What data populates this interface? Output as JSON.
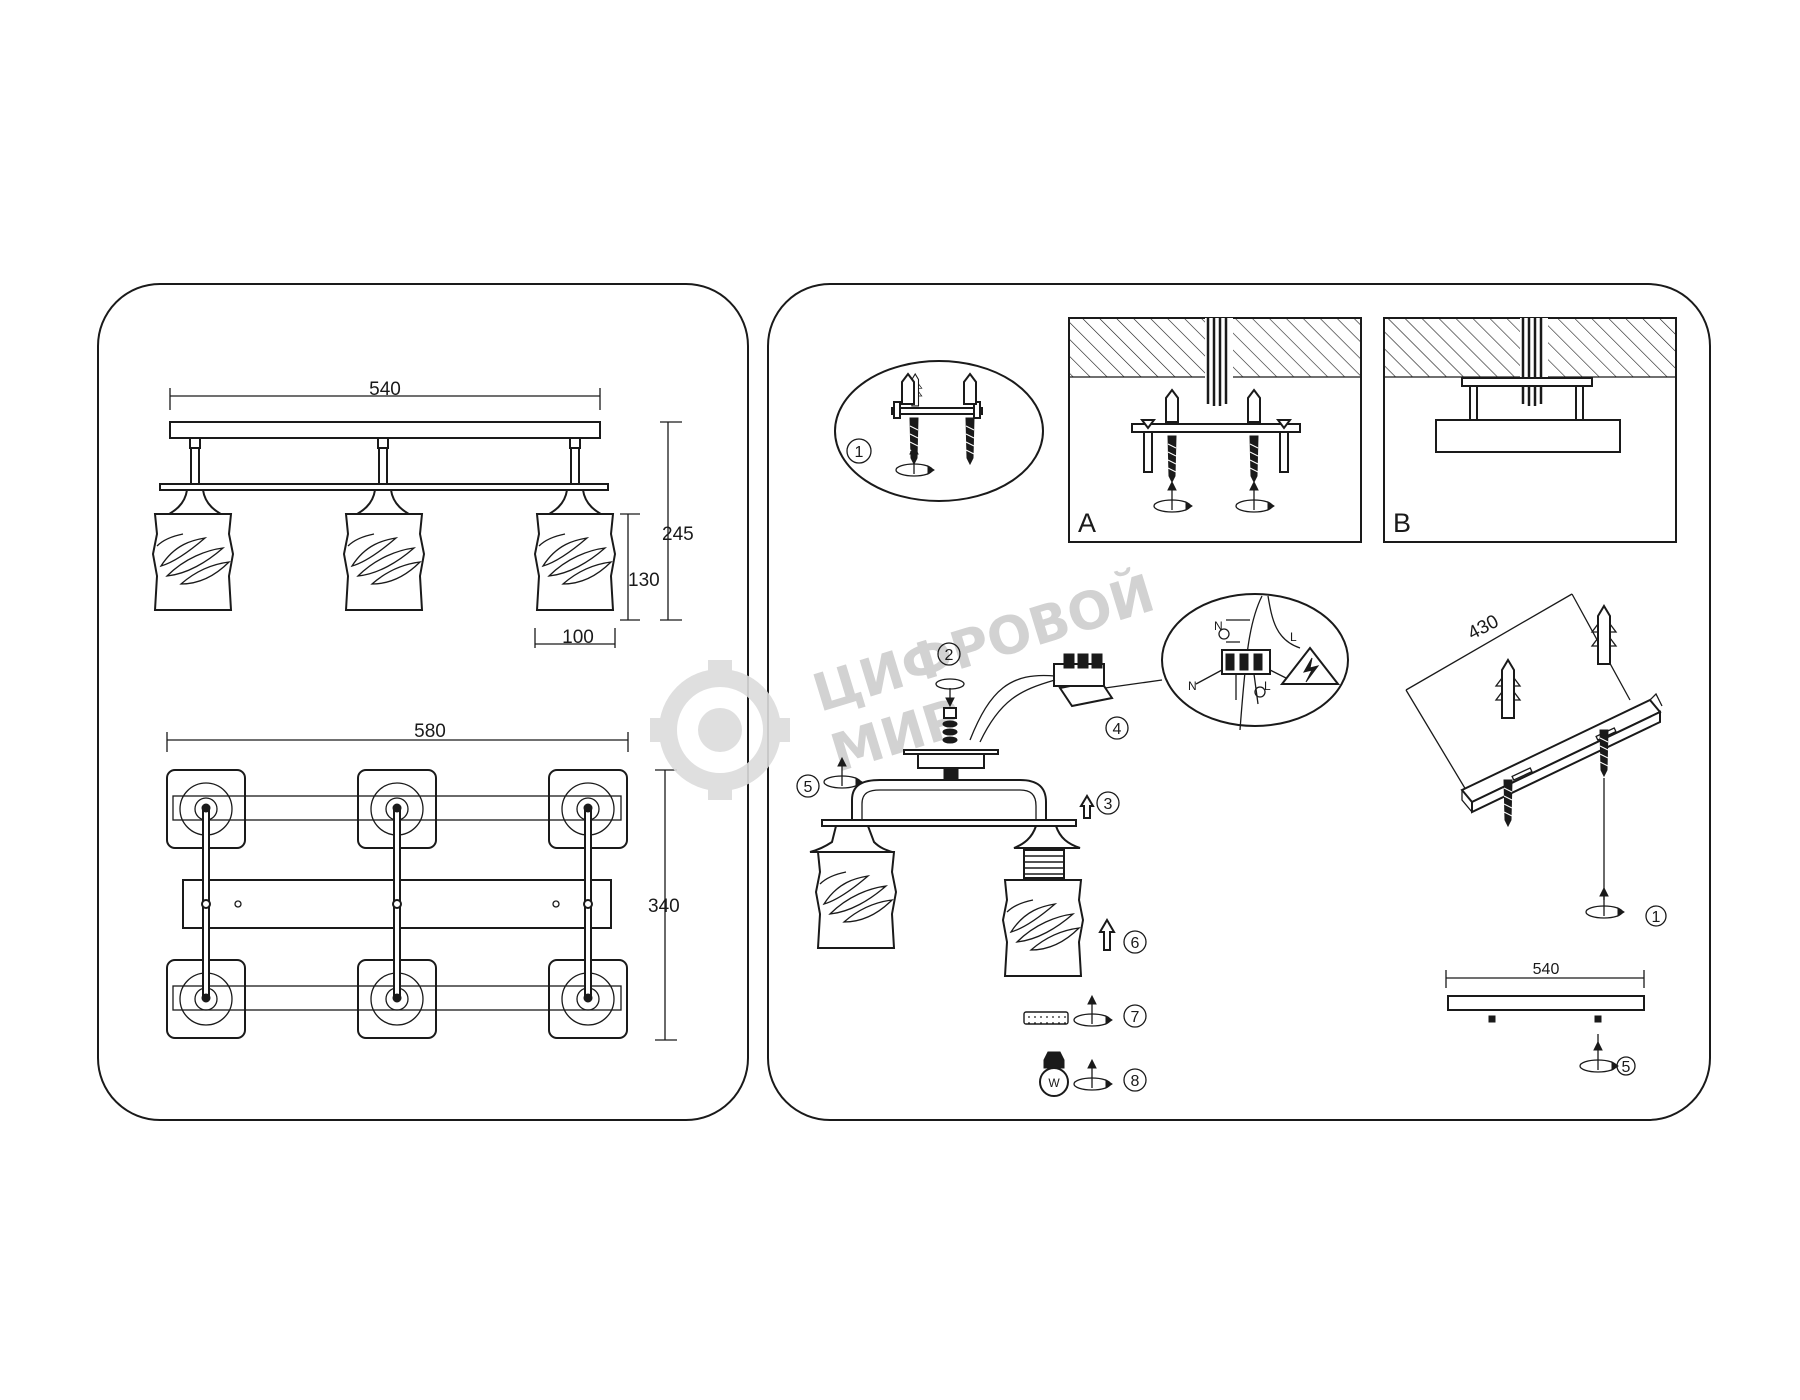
{
  "dimensions": {
    "side_width": "540",
    "total_height": "245",
    "shade_height": "130",
    "shade_width": "100",
    "top_width": "580",
    "top_depth": "340",
    "bracket_length": "430",
    "bar_length": "540"
  },
  "panel_labels": {
    "detail_a": "A",
    "detail_b": "B"
  },
  "steps": {
    "s1": "1",
    "s2": "2",
    "s3": "3",
    "s4": "4",
    "s5": "5",
    "s6": "6",
    "s7": "7",
    "s8": "8"
  },
  "wiring": {
    "neutral": "N",
    "live": "L"
  },
  "bulb_letter": "W",
  "watermark": {
    "line1": "ЦИФРОВОЙ",
    "line2": "МИР"
  }
}
